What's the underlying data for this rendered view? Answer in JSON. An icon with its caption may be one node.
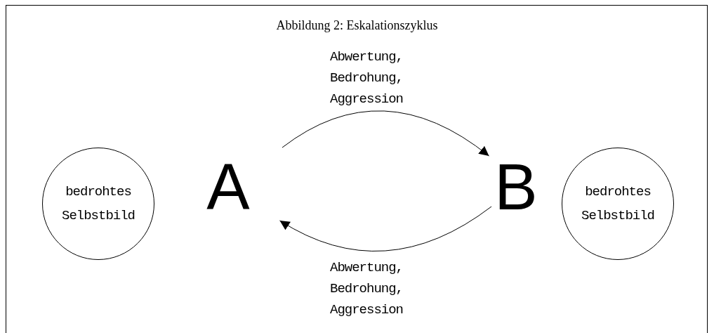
{
  "diagram": {
    "title": "Abbildung 2: Eskalationszyklus",
    "nodes": [
      {
        "text": [
          "bedrohtes Selbstbild"
        ]
      },
      {
        "text": [
          "A"
        ]
      },
      {
        "text": [
          "B"
        ]
      },
      {
        "text": [
          "bedrohtes Selbstbild"
        ]
      }
    ],
    "edges": [
      {
        "from": 1,
        "to": 2,
        "arrow": "to",
        "label": "Abwertung, Bedrohung, Aggression"
      },
      {
        "from": 2,
        "to": 1,
        "arrow": "to",
        "label": "Abwertung, Bedrohung, Aggression"
      }
    ]
  }
}
